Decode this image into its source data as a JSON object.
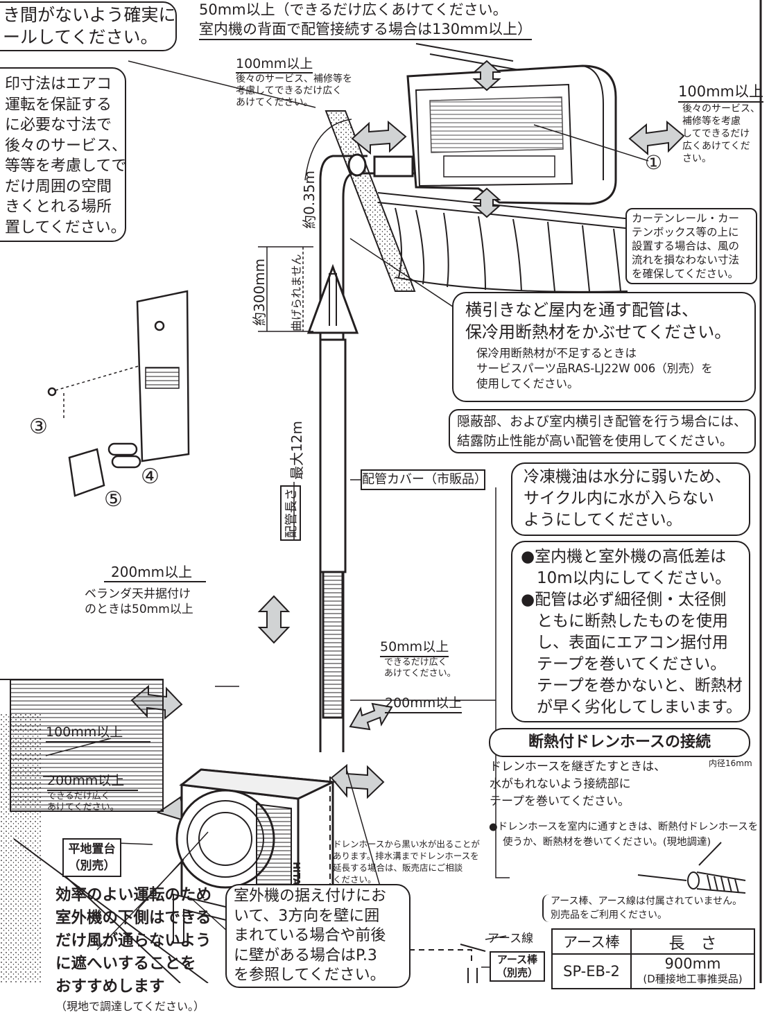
{
  "top_left_note": [
    "き間がないよう確実に",
    "ールしてください。"
  ],
  "top_clearance": [
    "50mm以上（できるだけ広くあけてください。",
    "室内機の背面で配管接続する場合は130mm以上）"
  ],
  "left_note": [
    "印寸法はエアコ",
    "運転を保証する",
    "に必要な寸法で",
    "後々のサービス、",
    "等等を考慮してで",
    "だけ周囲の空間",
    "きくとれる場所",
    "置してください。"
  ],
  "left_clear": {
    "title": "100mm以上",
    "desc": [
      "後々のサービス、補修等を",
      "考慮してできるだけ広く",
      "あけてください。"
    ]
  },
  "right_clear": {
    "title": "100mm以上",
    "desc": [
      "後々のサービス、",
      "補修等を考慮",
      "してできるだけ",
      "広くあけてくだ",
      "さい。"
    ]
  },
  "marker_1": "①",
  "curtain_note": [
    "カーテンレール・カー",
    "テンボックス等の上に",
    "設置する場合は、風の",
    "流れを損なわない寸法",
    "を確保してください。"
  ],
  "pipe_035": "約0.35m",
  "pipe_300": "約300mm",
  "no_bend": "曲げられません",
  "pipe_length_label": "配管長さ",
  "pipe_length_value": "最大12m",
  "remote_markers": [
    "③",
    "④",
    "⑤"
  ],
  "insulation_note": {
    "main": [
      "横引きなど屋内を通す配管は、",
      "保冷用断熱材をかぶせてください。"
    ],
    "sub": [
      "保冷用断熱材が不足するときは",
      "サービスパーツ品RAS-LJ22W 006（別売）を",
      "使用してください。"
    ]
  },
  "hidden_note": [
    "隠蔽部、および室内横引き配管を行う場合には、",
    "結露防止性能が高い配管を使用してください。"
  ],
  "pipe_cover": "配管カバー（市販品）",
  "oil_note": [
    "冷凍機油は水分に弱いため、",
    "サイクル内に水が入らない",
    "ようにしてください。"
  ],
  "height_note": [
    "●室内機と室外機の高低差は",
    "　10m以内にしてください。",
    "●配管は必ず細径側・太径側",
    "　ともに断熱したものを使用",
    "　し、表面にエアコン据付用",
    "　テープを巻いてください。",
    "　テープを巻かないと、断熱材",
    "　が早く劣化してしまいます。"
  ],
  "drain": {
    "title": "断熱付ドレンホースの接続",
    "body": [
      "ドレンホースを継ぎたすときは、",
      "水がもれないよう接続部に",
      "テープを巻いてください。"
    ],
    "inner": "内径16mm",
    "bullet": [
      "●ドレンホースを室内に通すときは、断熱付ドレンホースを",
      "使うか、断熱材を巻いてください。(現地調達)"
    ]
  },
  "outdoor_top": {
    "title": "200mm以上",
    "sub": [
      "ベランダ天井据付け",
      "のときは50mm以上"
    ]
  },
  "outdoor_side50": {
    "title": "50mm以上",
    "desc": [
      "できるだけ広く",
      "あけてください。"
    ]
  },
  "outdoor_front200": "200mm以上",
  "outdoor_left100": "100mm以上",
  "outdoor_rear200": {
    "title": "200mm以上",
    "desc": [
      "できるだけ広く",
      "あけてください。"
    ]
  },
  "brand": "HITACHI",
  "stand_label": [
    "平地置台",
    "（別売）"
  ],
  "efficiency_note": [
    "効率のよい運転のため",
    "室外機の下側はできる",
    "だけ風が通らないよう",
    "に遮へいすることを",
    "おすすめします"
  ],
  "efficiency_sub": "（現地で調達してください。）",
  "black_water_note": [
    "ドレンホースから黒い水が出ることが",
    "あります。排水溝までドレンホースを",
    "延長する場合は、販売店にご相談",
    "ください。"
  ],
  "wall_note": [
    "室外機の据え付けにお",
    "いて、3方向を壁に囲",
    "まれている場合や前後",
    "に壁がある場合はP.3",
    "を参照してください。"
  ],
  "earth_wire": "アース線",
  "earth_rod_label": [
    "アース棒",
    "（別売）"
  ],
  "earth_note": [
    "アース棒、アース線は付属されていません。",
    "別売品をご利用ください。"
  ],
  "earth_table": {
    "headers": [
      "アース棒",
      "長　さ"
    ],
    "rows": [
      [
        "SP-EB-2",
        "900mm",
        "(D種接地工事推奨品)"
      ]
    ]
  }
}
